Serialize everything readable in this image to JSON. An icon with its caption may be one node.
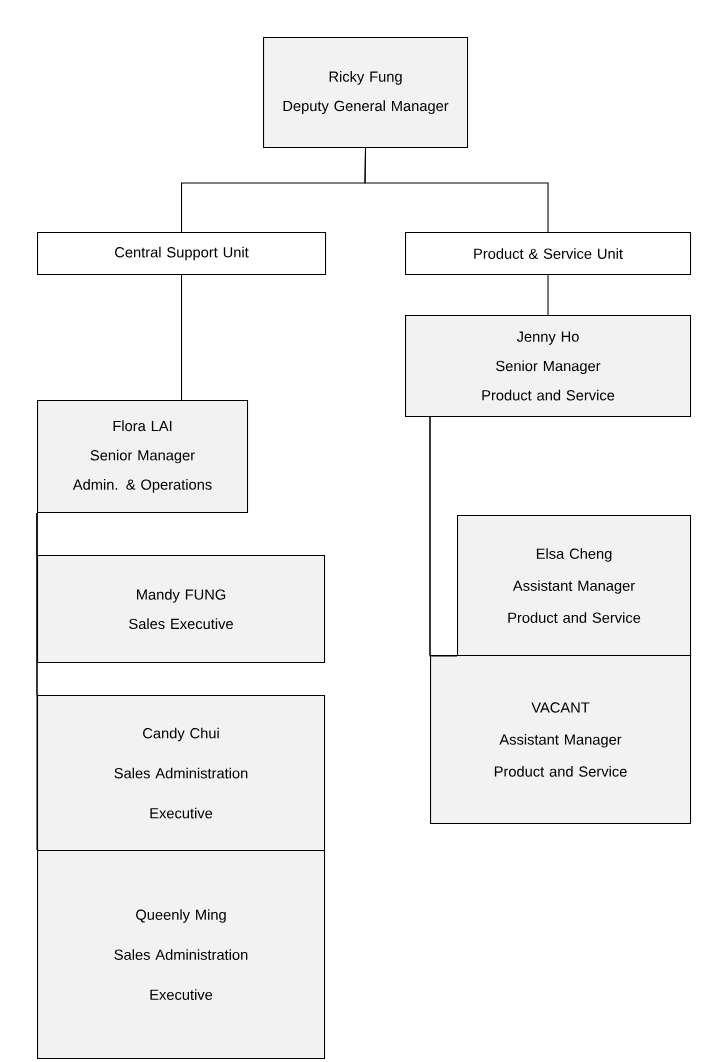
{
  "diagram": {
    "nodes": [
      {
        "text": [
          "Ricky Fung",
          "Deputy General Manager"
        ]
      },
      {
        "text": [
          "Central Support Unit"
        ]
      },
      {
        "text": [
          "Product & Service Unit"
        ]
      },
      {
        "text": [
          "Flora LAI",
          "Senior Manager",
          "Admin. & Operations"
        ]
      },
      {
        "text": [
          "Mandy FUNG",
          "Sales Executive"
        ]
      },
      {
        "text": [
          "Candy Chui",
          "Sales Administration Executive"
        ]
      },
      {
        "text": [
          "Queenly Ming",
          "Sales Administration Executive"
        ]
      },
      {
        "text": [
          "Jenny Ho",
          "Senior Manager",
          "Product and Service"
        ]
      },
      {
        "text": [
          "Elsa Cheng",
          "Assistant Manager",
          "Product and Service"
        ]
      },
      {
        "text": [
          "VACANT",
          "Assistant Manager",
          "Product and Service"
        ]
      }
    ],
    "edges": [
      {
        "from": 0,
        "to": 1,
        "arrow": "none"
      },
      {
        "from": 0,
        "to": 2,
        "arrow": "none"
      },
      {
        "from": 1,
        "to": 3,
        "arrow": "none"
      },
      {
        "from": 3,
        "to": 4,
        "arrow": "none"
      },
      {
        "from": 3,
        "to": 5,
        "arrow": "none"
      },
      {
        "from": 3,
        "to": 6,
        "arrow": "none"
      },
      {
        "from": 2,
        "to": 7,
        "arrow": "none"
      },
      {
        "from": 7,
        "to": 8,
        "arrow": "none"
      },
      {
        "from": 7,
        "to": 9,
        "arrow": "none"
      }
    ]
  }
}
